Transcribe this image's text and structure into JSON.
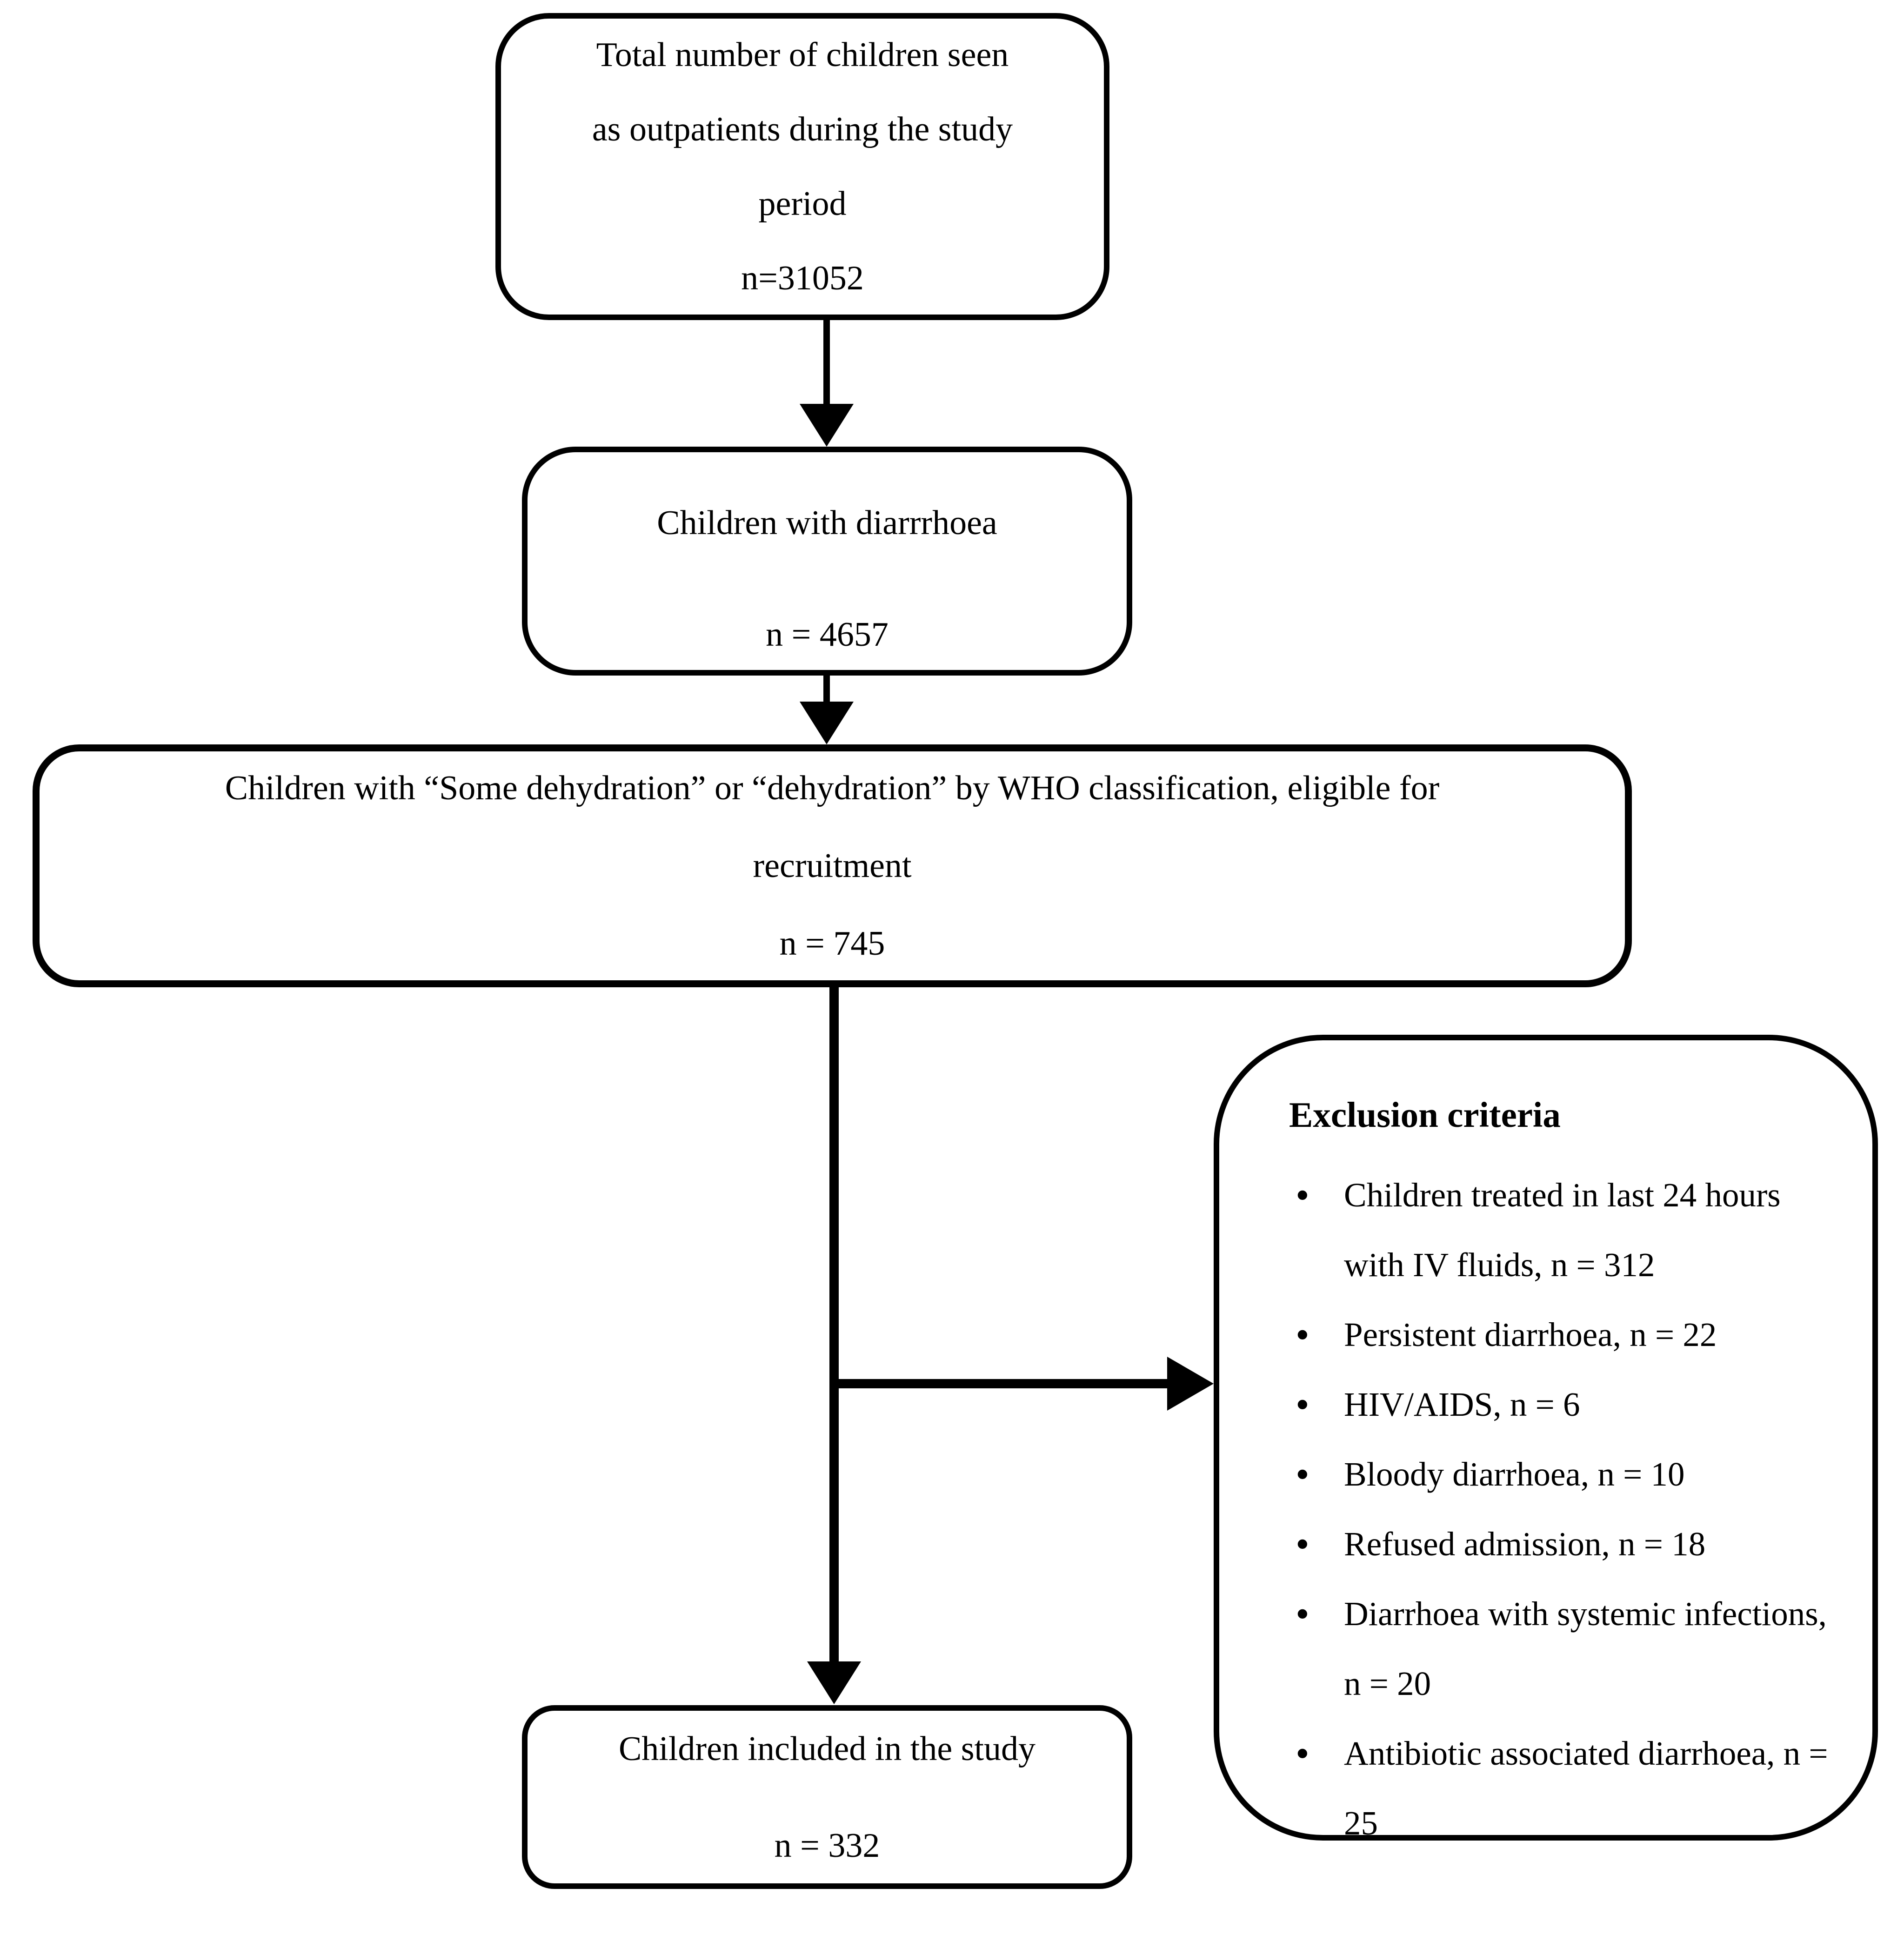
{
  "diagram": {
    "boxes": {
      "total_outpatients": {
        "lines": [
          "Total number of children seen",
          "as outpatients during the study",
          "period",
          "n=31052"
        ]
      },
      "diarrhoea": {
        "lines": [
          "Children with diarrrhoea",
          "n = 4657"
        ]
      },
      "eligible": {
        "lines": [
          "Children with “Some dehydration” or “dehydration” by WHO classification, eligible for",
          "recruitment",
          "n = 745"
        ]
      },
      "exclusion": {
        "title": "Exclusion criteria",
        "items": [
          "Children treated in last 24 hours with IV fluids, n = 312",
          "Persistent diarrhoea, n = 22",
          "HIV/AIDS, n = 6",
          "Bloody diarrhoea, n = 10",
          "Refused admission, n = 18",
          "Diarrhoea with systemic infections, n = 20",
          "Antibiotic associated diarrhoea, n = 25"
        ]
      },
      "included": {
        "lines": [
          "Children included in the study",
          "n = 332"
        ]
      }
    },
    "colors": {
      "stroke": "#000000",
      "background": "#ffffff",
      "text": "#000000"
    }
  }
}
